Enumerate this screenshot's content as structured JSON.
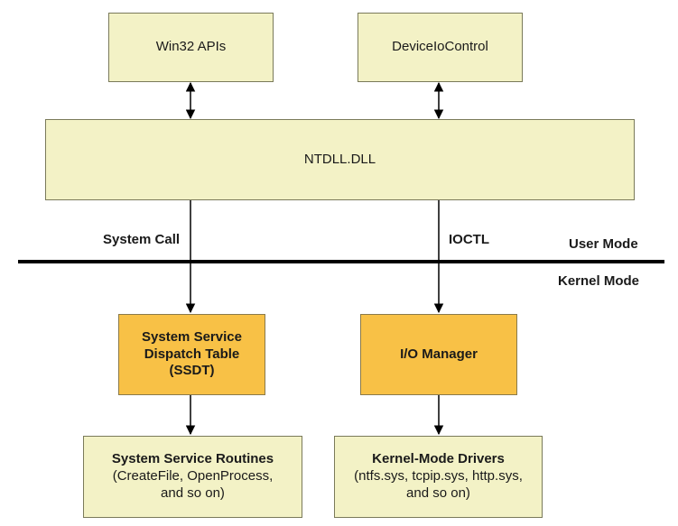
{
  "boxes": {
    "win32": "Win32 APIs",
    "ioctl_src": "DeviceIoControl",
    "ntdll": "NTDLL.DLL",
    "ssdt_line1": "System Service",
    "ssdt_line2": "Dispatch Table",
    "ssdt_line3": "(SSDT)",
    "io_manager": "I/O Manager",
    "ssr_title": "System Service Routines",
    "ssr_line2": "(CreateFile, OpenProcess,",
    "ssr_line3": "and so on)",
    "kmd_title": "Kernel-Mode Drivers",
    "kmd_line2": "(ntfs.sys, tcpip.sys, http.sys,",
    "kmd_line3": "and so on)"
  },
  "labels": {
    "system_call": "System Call",
    "ioctl": "IOCTL",
    "user_mode": "User Mode",
    "kernel_mode": "Kernel Mode"
  },
  "colors": {
    "light_box": "#f3f2c6",
    "accent_box": "#f8c146",
    "border": "#7a7a5a"
  }
}
